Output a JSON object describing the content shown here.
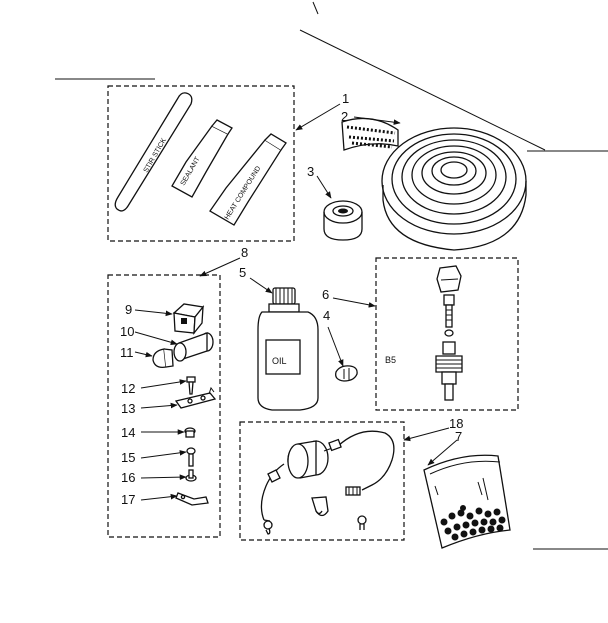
{
  "callouts": {
    "c1": "1",
    "c2": "2",
    "c3": "3",
    "c4": "4",
    "c5": "5",
    "c6": "6",
    "c7": "7",
    "c8": "8",
    "c9": "9",
    "c10": "10",
    "c11": "11",
    "c12": "12",
    "c13": "13",
    "c14": "14",
    "c15": "15",
    "c16": "16",
    "c17": "17",
    "c18": "18"
  },
  "labels": {
    "stir_stick": "STIR STICK",
    "sealant": "SEALANT",
    "heat_compound": "HEAT COMPOUND",
    "oil": "OIL",
    "b5": "B5"
  }
}
